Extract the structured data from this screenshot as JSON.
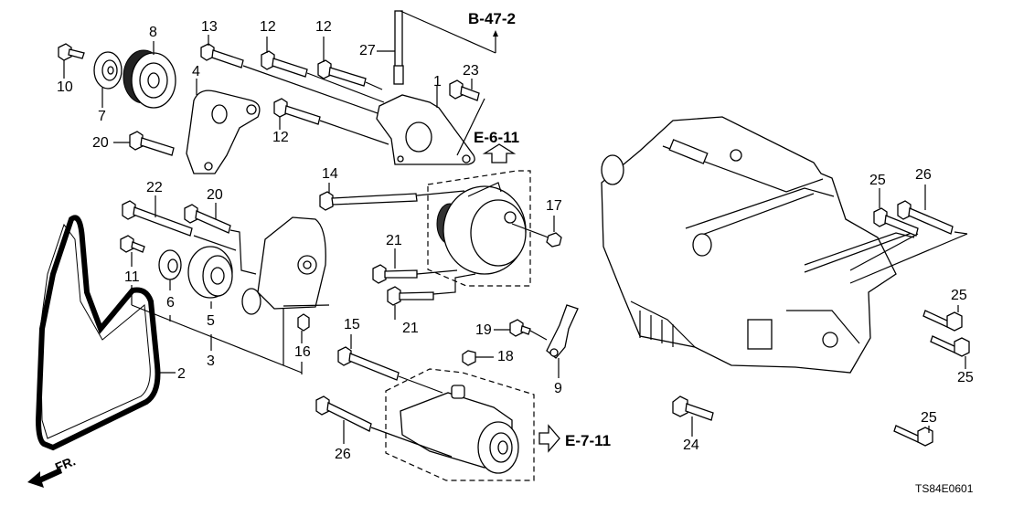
{
  "diagram": {
    "title": "Alternator / Starter / Belt Tensioner Parts Diagram",
    "diagram_code": "TS84E0601",
    "direction_indicator": "FR.",
    "reference_links": [
      {
        "id": "ref-b-47-2",
        "label": "B-47-2"
      },
      {
        "id": "ref-e-6-11",
        "label": "E-6-11"
      },
      {
        "id": "ref-e-7-11",
        "label": "E-7-11"
      }
    ],
    "callouts": [
      {
        "num": "1"
      },
      {
        "num": "2"
      },
      {
        "num": "3"
      },
      {
        "num": "4"
      },
      {
        "num": "5"
      },
      {
        "num": "6"
      },
      {
        "num": "7"
      },
      {
        "num": "8"
      },
      {
        "num": "9"
      },
      {
        "num": "10"
      },
      {
        "num": "11"
      },
      {
        "num": "12"
      },
      {
        "num": "12"
      },
      {
        "num": "12"
      },
      {
        "num": "13"
      },
      {
        "num": "14"
      },
      {
        "num": "15"
      },
      {
        "num": "16"
      },
      {
        "num": "17"
      },
      {
        "num": "18"
      },
      {
        "num": "19"
      },
      {
        "num": "20"
      },
      {
        "num": "20"
      },
      {
        "num": "21"
      },
      {
        "num": "21"
      },
      {
        "num": "22"
      },
      {
        "num": "23"
      },
      {
        "num": "24"
      },
      {
        "num": "25"
      },
      {
        "num": "25"
      },
      {
        "num": "25"
      },
      {
        "num": "25"
      },
      {
        "num": "26"
      },
      {
        "num": "26"
      },
      {
        "num": "27"
      }
    ]
  }
}
